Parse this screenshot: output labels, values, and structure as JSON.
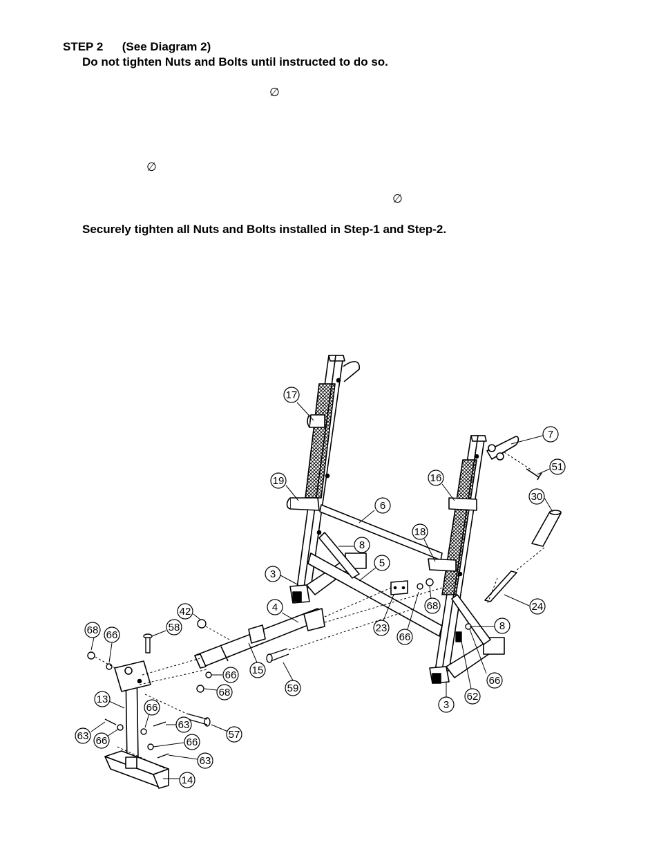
{
  "step": {
    "heading": "STEP 2",
    "diagram_ref": "(See Diagram 2)",
    "warning": "Do not tighten Nuts and Bolts until instructed to do so.",
    "diameter_symbol": "∅",
    "final_instruction": "Securely tighten all Nuts and Bolts installed in Step-1 and Step-2."
  },
  "diagram": {
    "callouts": [
      "17",
      "7",
      "51",
      "19",
      "16",
      "6",
      "30",
      "18",
      "8",
      "3",
      "5",
      "23",
      "66",
      "68",
      "24",
      "42",
      "4",
      "8",
      "68",
      "66",
      "58",
      "15",
      "66",
      "68",
      "59",
      "66",
      "62",
      "3",
      "13",
      "66",
      "63",
      "57",
      "63",
      "66",
      "66",
      "63",
      "14"
    ]
  }
}
